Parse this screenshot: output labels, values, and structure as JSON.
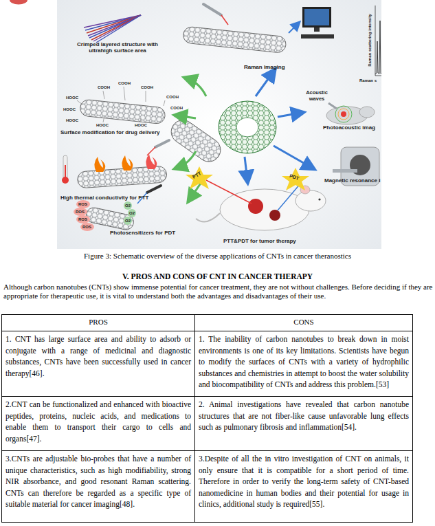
{
  "diagram": {
    "title": "V. PROS AND CONS OF CNT IN CANCER THERAPY",
    "caption": "Figure 3: Schematic overview of the diverse applications of CNTs in cancer theranostics",
    "nodes": [
      {
        "text": [
          "PROS"
        ]
      },
      {
        "text": [
          "CONS"
        ]
      },
      {
        "text": [
          "1. CNT has large surface area and ability to adsorb or conjugate with a range of medicinal and diagnostic substances, CNTs have been successfully used in cancer therapy[46]."
        ]
      },
      {
        "text": [
          "1. The inability of carbon nanotubes to break down in moist environments is one of its key limitations. Scientists have begun to modify the surfaces of CNTs with a variety of hydrophilic substances and chemistries in attempt to boost the water solubility and biocompatibility of CNTs and address this problem.[53]"
        ]
      },
      {
        "text": [
          "2.CNT can be functionalized and enhanced with bioactive peptides, proteins, nucleic acids, and medications to enable them to transport their cargo to cells and organs[47]."
        ]
      },
      {
        "text": [
          "2. Animal investigations have revealed that carbon nanotube structures that are not fiber-like cause unfavorable lung effects such as pulmonary fibrosis and inflammation[54]."
        ]
      },
      {
        "text": [
          "3.CNTs are adjustable bio-probes that have a number of unique characteristics, such as high modifiability, strong NIR absorbance, and good resonant Raman scattering. CNTs can therefore be regarded as a specific type of suitable material for cancer imaging[48]."
        ]
      },
      {
        "text": [
          "3.Despite of all the in vitro investigation of CNT on animals, it only ensure that it is compatible for a short period of time. Therefore in order to verify the long-term safety of CNT-based nanomedicine in human bodies and their potential for usage in clinics, additional study is required[55]."
        ]
      }
    ],
    "labels": [
      "Crimped layered structure with ultrahigh surface area",
      "Raman imaging",
      "Raman scattering intensity",
      "Raman s",
      "Acoustic waves",
      "Photoacoustic imag",
      "COOH",
      "COOH",
      "COOH",
      "HOOC",
      "COOH",
      "HOOC",
      "COOH",
      "HOOC",
      "HOOC",
      "HOOC",
      "Surface modification for drug delivery",
      "Magnetic resonance i",
      "High thermal conductivity for PTT",
      "PTT",
      "PDT",
      "ROS",
      "ROS",
      "ROS",
      "ROS",
      "O2",
      "O2",
      "O2",
      "Photosensitizers for PDT",
      "PTT&PDT for tumor therapy",
      "Although carbon nanotubes (CNTs) show immense potential for cancer treatment, they are not without challenges. Before deciding if they are appropriate for therapeutic use, it is vital to understand both the advantages and disadvantages of their use."
    ]
  }
}
